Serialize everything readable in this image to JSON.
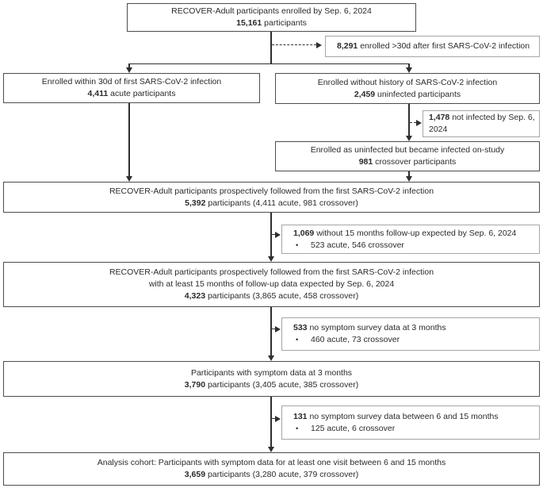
{
  "diagram": {
    "title": "RECOVER-Adult participant flow diagram",
    "style": {
      "background": "#ffffff",
      "main_box_border": "#4d4d4d",
      "exclusion_box_border": "#a6a6a6",
      "arrow_color": "#2e2e2e",
      "text_color": "#2b2b2b"
    },
    "boxes": {
      "enrolled": {
        "line1": "RECOVER-Adult participants enrolled by Sep. 6, 2024",
        "count": "15,161",
        "suffix": " participants"
      },
      "acute": {
        "line1": "Enrolled within 30d of first SARS-CoV-2 infection",
        "count": "4,411",
        "suffix": " acute participants"
      },
      "uninfected": {
        "line1": "Enrolled without history of SARS-CoV-2 infection",
        "count": "2,459",
        "suffix": " uninfected participants"
      },
      "crossover": {
        "line1": "Enrolled as uninfected but became infected on-study",
        "count": "981",
        "suffix": " crossover participants"
      },
      "followed": {
        "line1": "RECOVER-Adult participants prospectively followed from the first SARS-CoV-2 infection",
        "count": "5,392",
        "suffix": " participants (4,411 acute, 981 crossover)"
      },
      "followed15": {
        "line1": "RECOVER-Adult participants prospectively followed from the first SARS-CoV-2 infection",
        "line2": "with at least 15 months of follow-up data expected by Sep. 6, 2024",
        "count": "4,323",
        "suffix": " participants (3,865 acute, 458 crossover)"
      },
      "symptom3": {
        "line1": "Participants with symptom data at 3 months",
        "count": "3,790",
        "suffix": " participants (3,405 acute, 385 crossover)"
      },
      "analysis": {
        "line1": "Analysis cohort: Participants with symptom data for at least one visit between 6 and 15 months",
        "count": "3,659",
        "suffix": " participants (3,280 acute, 379 crossover)"
      }
    },
    "exclusions": {
      "late_enrolled": {
        "count": "8,291",
        "text": " enrolled >30d after first SARS-CoV-2 infection"
      },
      "not_infected": {
        "count": "1,478",
        "text": " not infected by Sep. 6, 2024"
      },
      "no_followup": {
        "count": "1,069",
        "text": " without 15 months follow-up expected by Sep. 6, 2024",
        "bullet": "•",
        "detail": "523 acute, 546 crossover"
      },
      "no_symptom_3mo": {
        "count": "533",
        "text": " no symptom survey data at 3 months",
        "bullet": "•",
        "detail": "460 acute, 73 crossover"
      },
      "no_symptom_6_15mo": {
        "count": "131",
        "text": " no symptom survey data between 6 and 15 months",
        "bullet": "•",
        "detail": "125 acute, 6 crossover"
      }
    }
  }
}
